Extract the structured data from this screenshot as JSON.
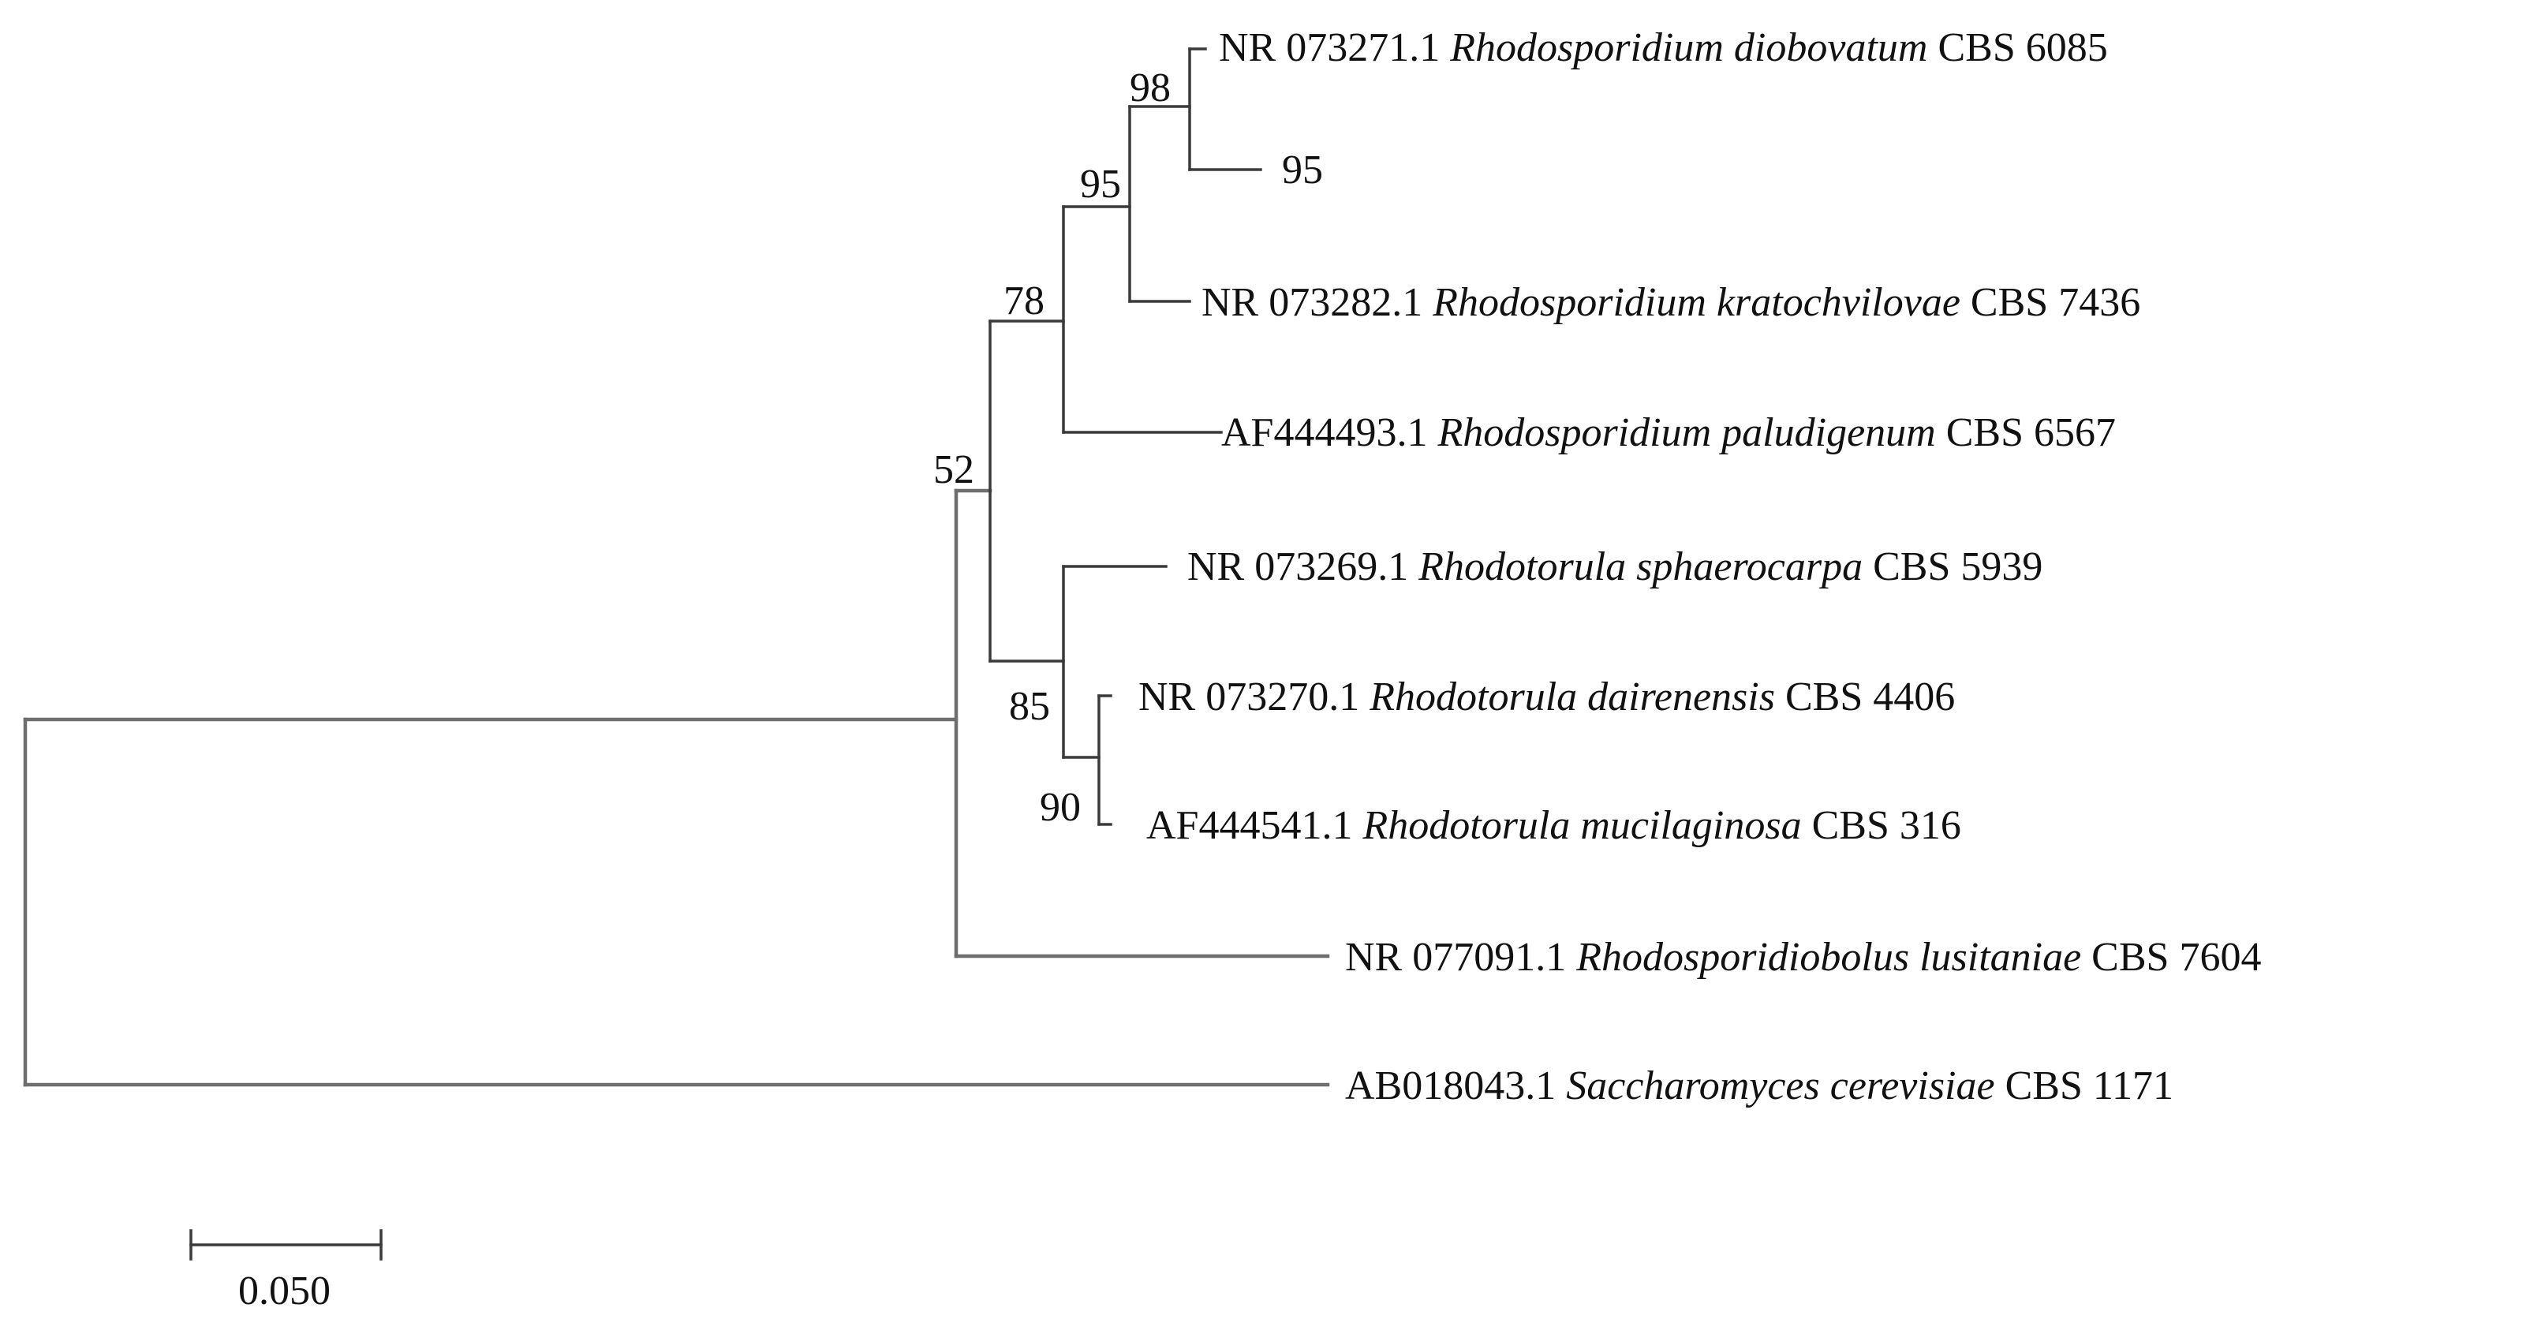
{
  "tree": {
    "taxa": [
      {
        "accession": "NR 073271.1",
        "species": "Rhodosporidium diobovatum",
        "strain": "CBS 6085"
      },
      {
        "accession": "95",
        "species": "",
        "strain": ""
      },
      {
        "accession": "NR 073282.1",
        "species": "Rhodosporidium kratochvilovae",
        "strain": "CBS 7436"
      },
      {
        "accession": "AF444493.1",
        "species": "Rhodosporidium paludigenum",
        "strain": "CBS 6567"
      },
      {
        "accession": "NR 073269.1",
        "species": "Rhodotorula sphaerocarpa",
        "strain": "CBS 5939"
      },
      {
        "accession": "NR 073270.1",
        "species": "Rhodotorula dairenensis",
        "strain": "CBS 4406"
      },
      {
        "accession": "AF444541.1",
        "species": "Rhodotorula mucilaginosa",
        "strain": "CBS 316"
      },
      {
        "accession": "NR 077091.1",
        "species": "Rhodosporidiobolus lusitaniae",
        "strain": "CBS 7604"
      },
      {
        "accession": "AB018043.1",
        "species": "Saccharomyces cerevisiae",
        "strain": "CBS 1171"
      }
    ],
    "bootstrap": {
      "n98": "98",
      "n95": "95",
      "n78": "78",
      "n52": "52",
      "n85": "85",
      "n90": "90"
    },
    "scale_bar": {
      "label": "0.050"
    }
  }
}
